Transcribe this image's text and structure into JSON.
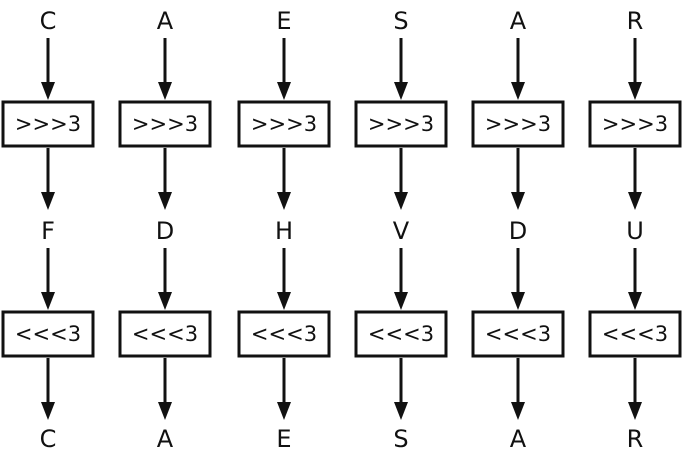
{
  "diagram": {
    "plaintext": [
      "C",
      "A",
      "E",
      "S",
      "A",
      "R"
    ],
    "encrypt_op": ">>>3",
    "ciphertext": [
      "F",
      "D",
      "H",
      "V",
      "D",
      "U"
    ],
    "decrypt_op": "<<<3",
    "decrypted": [
      "C",
      "A",
      "E",
      "S",
      "A",
      "R"
    ]
  },
  "colors": {
    "ink": "#111111",
    "background": "#ffffff"
  }
}
